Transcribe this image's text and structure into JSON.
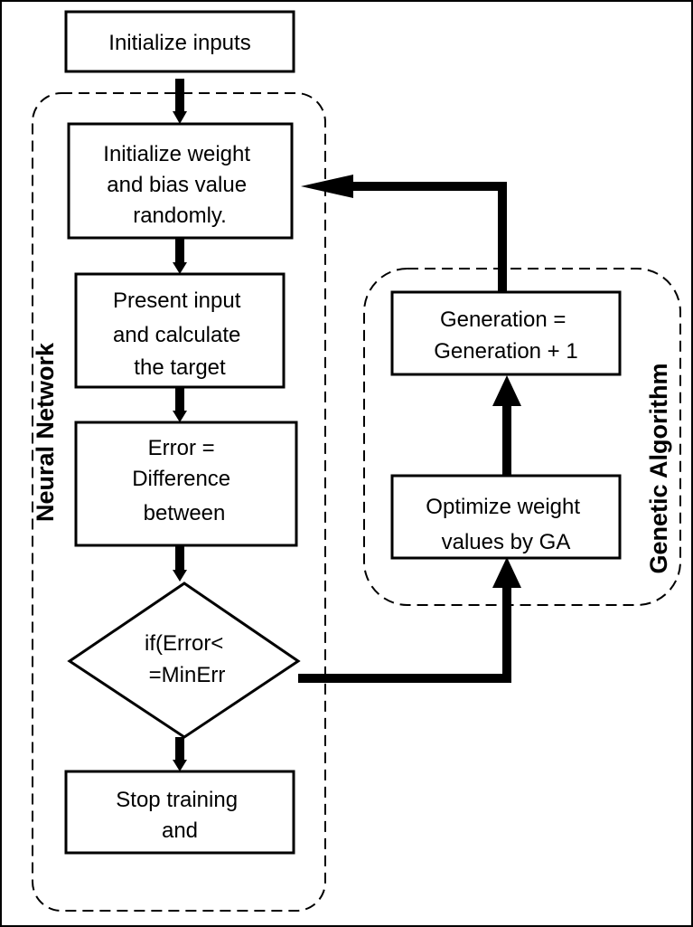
{
  "colors": {
    "stroke": "#000000",
    "background": "#ffffff"
  },
  "groups": {
    "neural_network": {
      "label": "Neural Network"
    },
    "genetic_algorithm": {
      "label": "Genetic Algorithm"
    }
  },
  "nodes": {
    "init_inputs": {
      "lines": [
        "Initialize inputs"
      ]
    },
    "init_weights": {
      "lines": [
        "Initialize weight",
        "and bias value",
        "randomly."
      ]
    },
    "present_input": {
      "lines": [
        "Present input",
        "and calculate",
        "the target"
      ]
    },
    "error": {
      "lines": [
        "Error =",
        "Difference",
        "between"
      ]
    },
    "decision": {
      "lines": [
        "if(Error<",
        "=MinErr"
      ]
    },
    "stop_training": {
      "lines": [
        "Stop training",
        "and"
      ]
    },
    "generation": {
      "lines": [
        "Generation =",
        "Generation + 1"
      ]
    },
    "optimize": {
      "lines": [
        "Optimize weight",
        "values by GA"
      ]
    }
  }
}
